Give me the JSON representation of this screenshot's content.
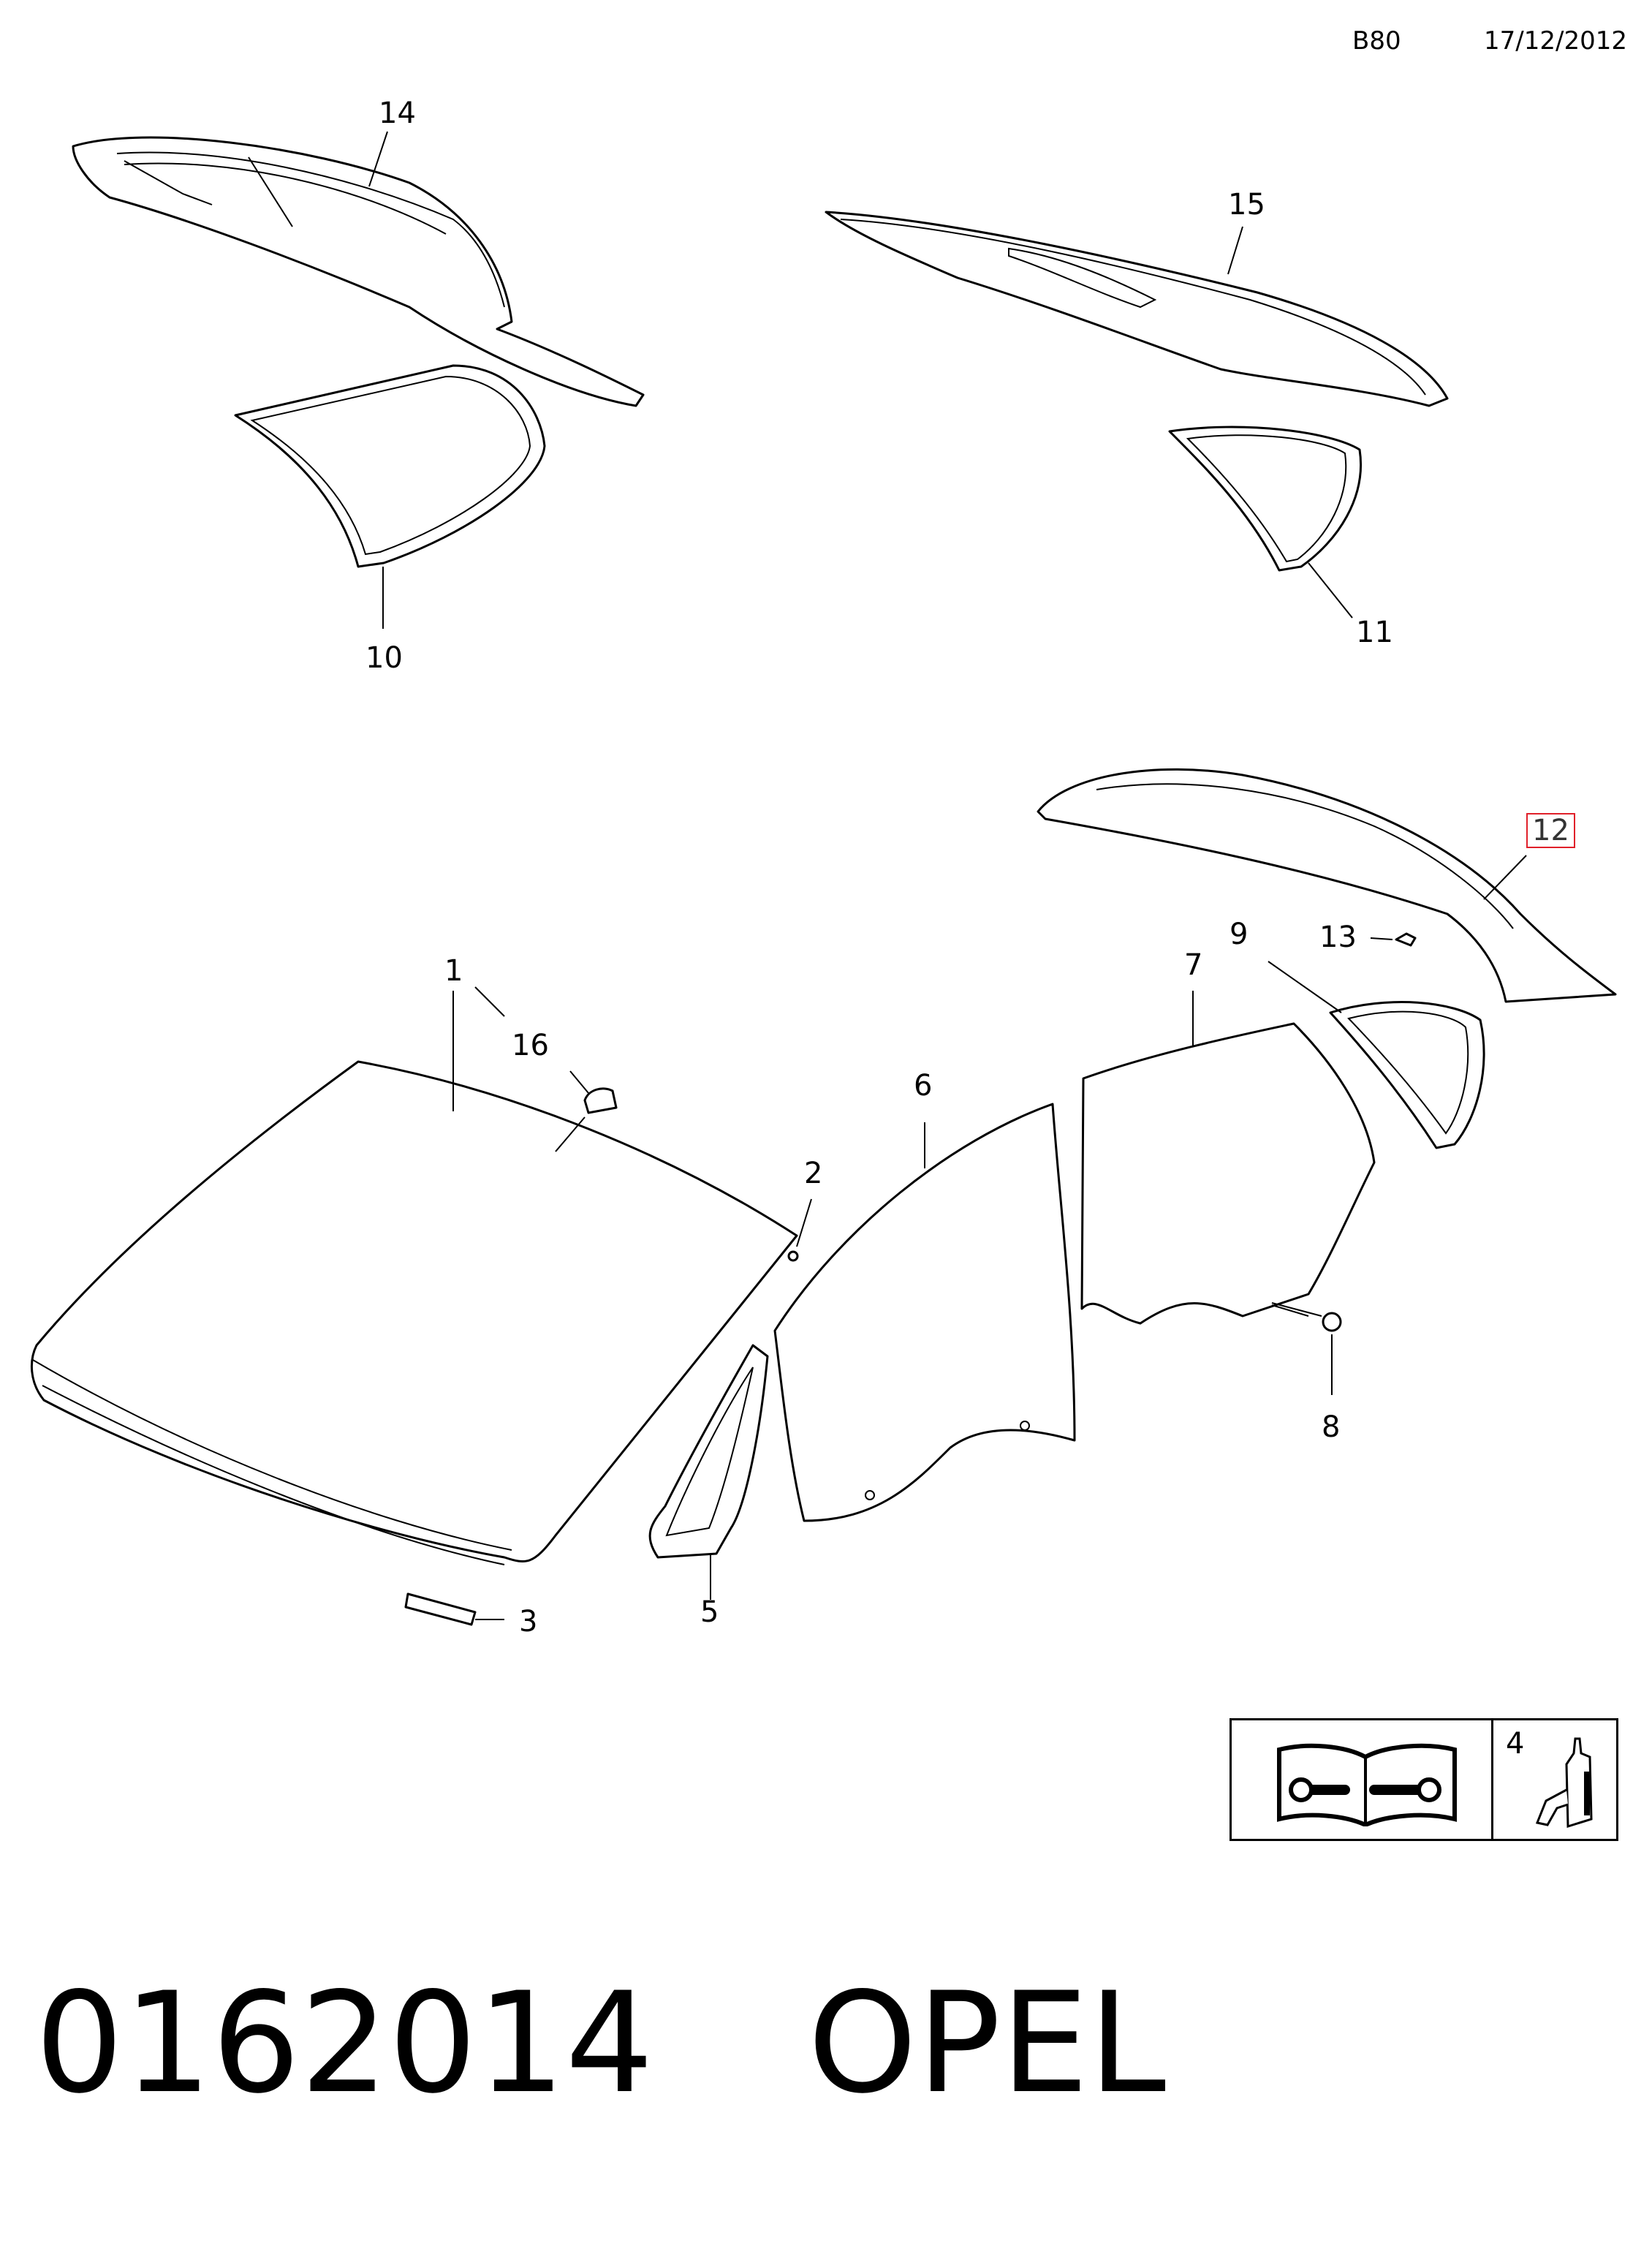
{
  "header": {
    "code": "B80",
    "date": "17/12/2012"
  },
  "callouts": {
    "c1": "1",
    "c2": "2",
    "c3": "3",
    "c4": "4",
    "c5": "5",
    "c6": "6",
    "c7": "7",
    "c8": "8",
    "c9": "9",
    "c10": "10",
    "c11": "11",
    "c12": "12",
    "c13": "13",
    "c14": "14",
    "c15": "15",
    "c16": "16"
  },
  "footer": {
    "part_number": "0162014",
    "brand": "OPEL"
  },
  "icons": {
    "manual": "repair-manual-icon",
    "adhesive": "adhesive-bottle-icon"
  }
}
